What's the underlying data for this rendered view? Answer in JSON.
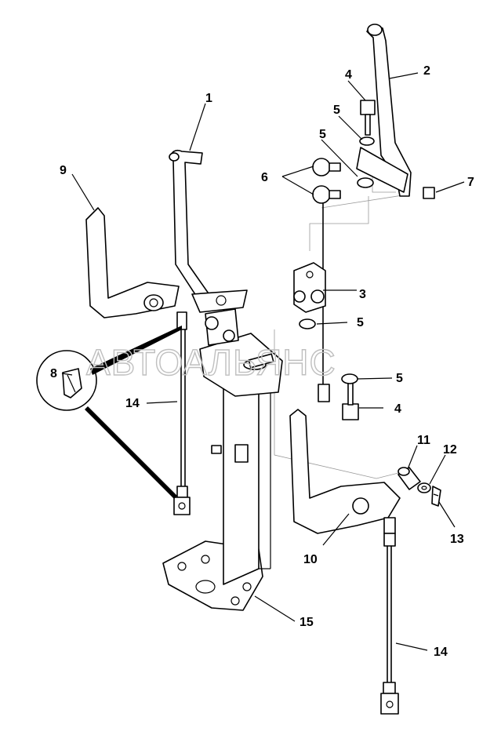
{
  "watermark": "АВТОАЛЬЯНС",
  "callouts": {
    "c1": "1",
    "c2": "2",
    "c3": "3",
    "c4a": "4",
    "c4b": "4",
    "c5a": "5",
    "c5b": "5",
    "c5c": "5",
    "c5d": "5",
    "c6": "6",
    "c7": "7",
    "c8": "8",
    "c9": "9",
    "c10": "10",
    "c11": "11",
    "c12": "12",
    "c13": "13",
    "c14a": "14",
    "c14b": "14",
    "c15": "15"
  }
}
